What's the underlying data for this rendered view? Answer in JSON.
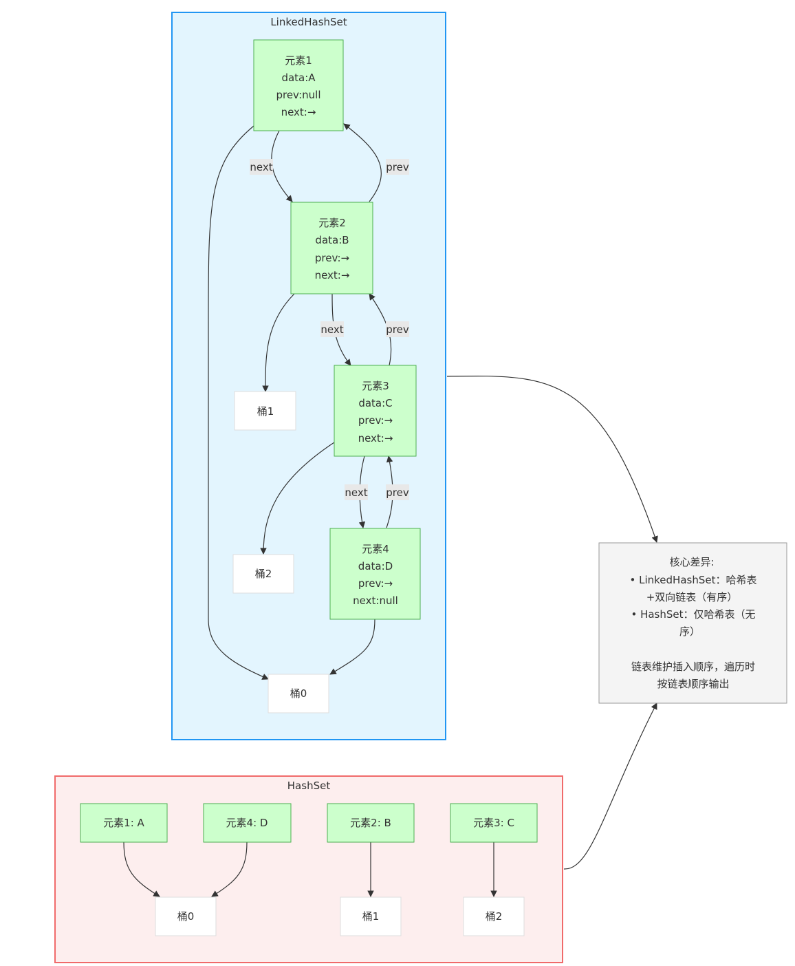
{
  "clusters": {
    "linked": {
      "title": "LinkedHashSet",
      "fill": "#e3f5fe",
      "stroke": "#2196f3"
    },
    "hash": {
      "title": "HashSet",
      "fill": "#fdeeee",
      "stroke": "#f06a6a"
    }
  },
  "linked": {
    "e1": [
      "元素1",
      "data:A",
      "prev:null",
      "next:→"
    ],
    "e2": [
      "元素2",
      "data:B",
      "prev:→",
      "next:→"
    ],
    "e3": [
      "元素3",
      "data:C",
      "prev:→",
      "next:→"
    ],
    "e4": [
      "元素4",
      "data:D",
      "prev:→",
      "next:null"
    ],
    "b0": "桶0",
    "b1": "桶1",
    "b2": "桶2",
    "next_label": "next",
    "prev_label": "prev"
  },
  "hashset": {
    "e1": "元素1: A",
    "e4": "元素4: D",
    "e2": "元素2: B",
    "e3": "元素3: C",
    "b0": "桶0",
    "b1": "桶1",
    "b2": "桶2"
  },
  "note": {
    "lines": [
      "核心差异:",
      "• LinkedHashSet：哈希表",
      "+双向链表（有序）",
      "• HashSet：仅哈希表（无",
      "序）",
      "",
      "链表维护插入顺序，遍历时",
      "按链表顺序输出"
    ]
  }
}
